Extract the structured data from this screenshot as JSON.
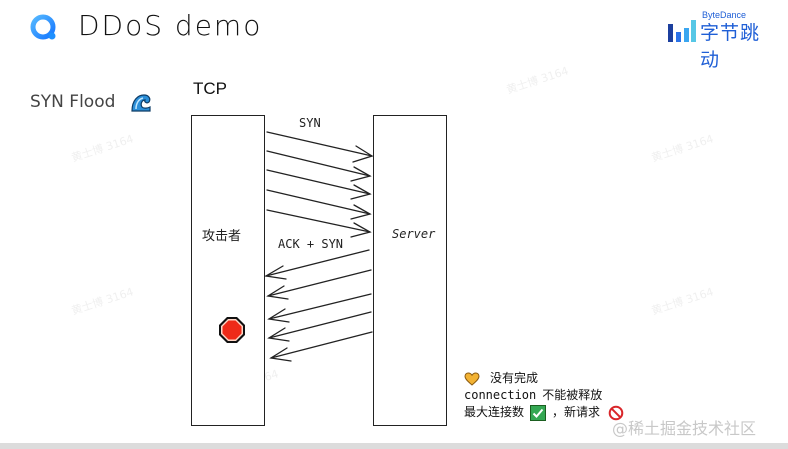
{
  "header": {
    "title": "DDoS demo",
    "brand": {
      "small": "ByteDance",
      "big": "字节跳动",
      "color": "#1f5fd6"
    }
  },
  "slide": {
    "subtitle": "SYN Flood",
    "subtitle_icon": "wave-icon",
    "protocol_label": "TCP"
  },
  "diagram": {
    "left_node": {
      "label": "攻击者"
    },
    "right_node": {
      "label": "Server"
    },
    "forward_label": "SYN",
    "reverse_label": "ACK + SYN",
    "forward_arrow_count": 5,
    "reverse_arrow_count": 5,
    "status_icon": "stop-sign-icon",
    "status_color": "#ee2a18"
  },
  "notes": {
    "line1": "没有完成",
    "line2_code": "connection",
    "line2_text": "不能被释放",
    "line3_a": "最大连接数",
    "line3_b": "，新请求",
    "icons": [
      "heart-icon",
      "check-icon",
      "no-entry-icon"
    ]
  },
  "watermark": {
    "footer": "@稀土掘金技术社区",
    "tile": "黄士博 3164"
  }
}
